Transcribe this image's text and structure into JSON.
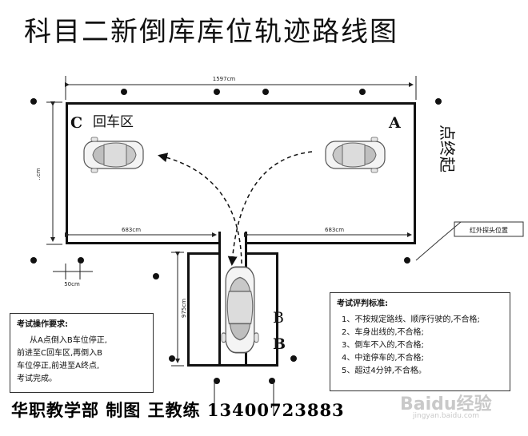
{
  "title": "科目二新倒库库位轨迹路线图",
  "dims": {
    "top_width": "1597cm",
    "side_height": "..cm",
    "left_arm": "683cm",
    "right_arm": "683cm",
    "offset": "50cm",
    "bay_depth": "975cm"
  },
  "labels": {
    "c_letter": "C",
    "c_text": "回车区",
    "a_letter": "A",
    "b_letter_1": "B",
    "b_letter_2": "B",
    "start_end": "点终起",
    "sensor": "红外探头位置"
  },
  "ops": {
    "heading": "考试操作要求:",
    "lines": [
      "从A点倒入B车位停正,",
      "前进至C回车区,再倒入B",
      "车位停正,前进至A终点,",
      "考试完成。"
    ]
  },
  "criteria": {
    "heading": "考试评判标准:",
    "items": [
      "1、不按规定路线、顺序行驶的,不合格;",
      "2、车身出线的,不合格;",
      "3、倒车不入的,不合格;",
      "4、中途停车的,不合格;",
      "5、超过4分钟,不合格。"
    ]
  },
  "footer": "华职教学部 制图 王教练 13400723883",
  "watermark": {
    "brand": "Baidu经验",
    "url": "jingyan.baidu.com"
  }
}
